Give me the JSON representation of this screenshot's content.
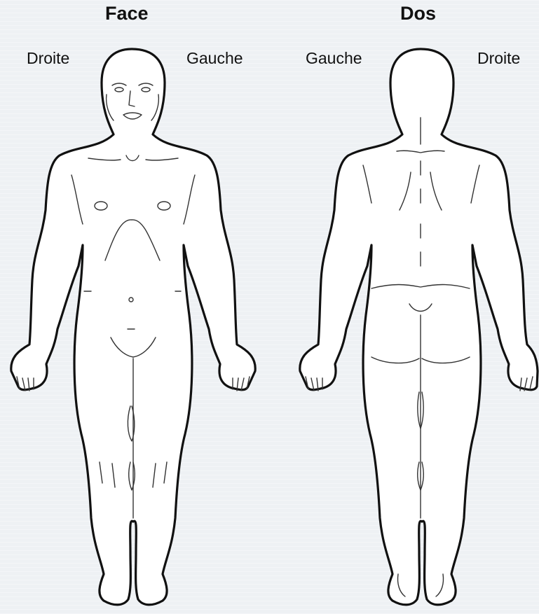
{
  "front": {
    "title": "Face",
    "right_label": "Droite",
    "left_label": "Gauche"
  },
  "back": {
    "title": "Dos",
    "left_label": "Gauche",
    "right_label": "Droite"
  }
}
